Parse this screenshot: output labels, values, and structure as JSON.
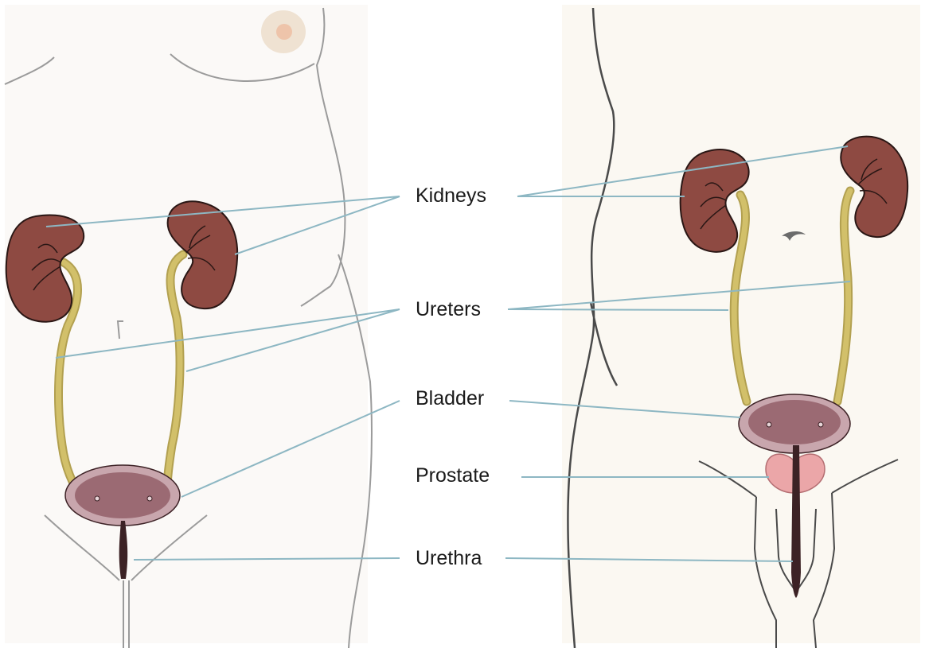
{
  "labels": {
    "kidneys": "Kidneys",
    "ureters": "Ureters",
    "bladder": "Bladder",
    "prostate": "Prostate",
    "urethra": "Urethra"
  },
  "colors": {
    "skin_female": "#fbf9f7",
    "skin_male": "#fbf8f2",
    "kidney": "#8e4a42",
    "ureter": "#d2c06a",
    "bladder": "#9b6a73",
    "bladder_rim": "#c8a6ad",
    "prostate": "#eba6a8",
    "urethra": "#3c2225",
    "leader_line": "#8db7c3",
    "outline_female": "#9b9b9b",
    "outline_male": "#4a4a4a"
  }
}
